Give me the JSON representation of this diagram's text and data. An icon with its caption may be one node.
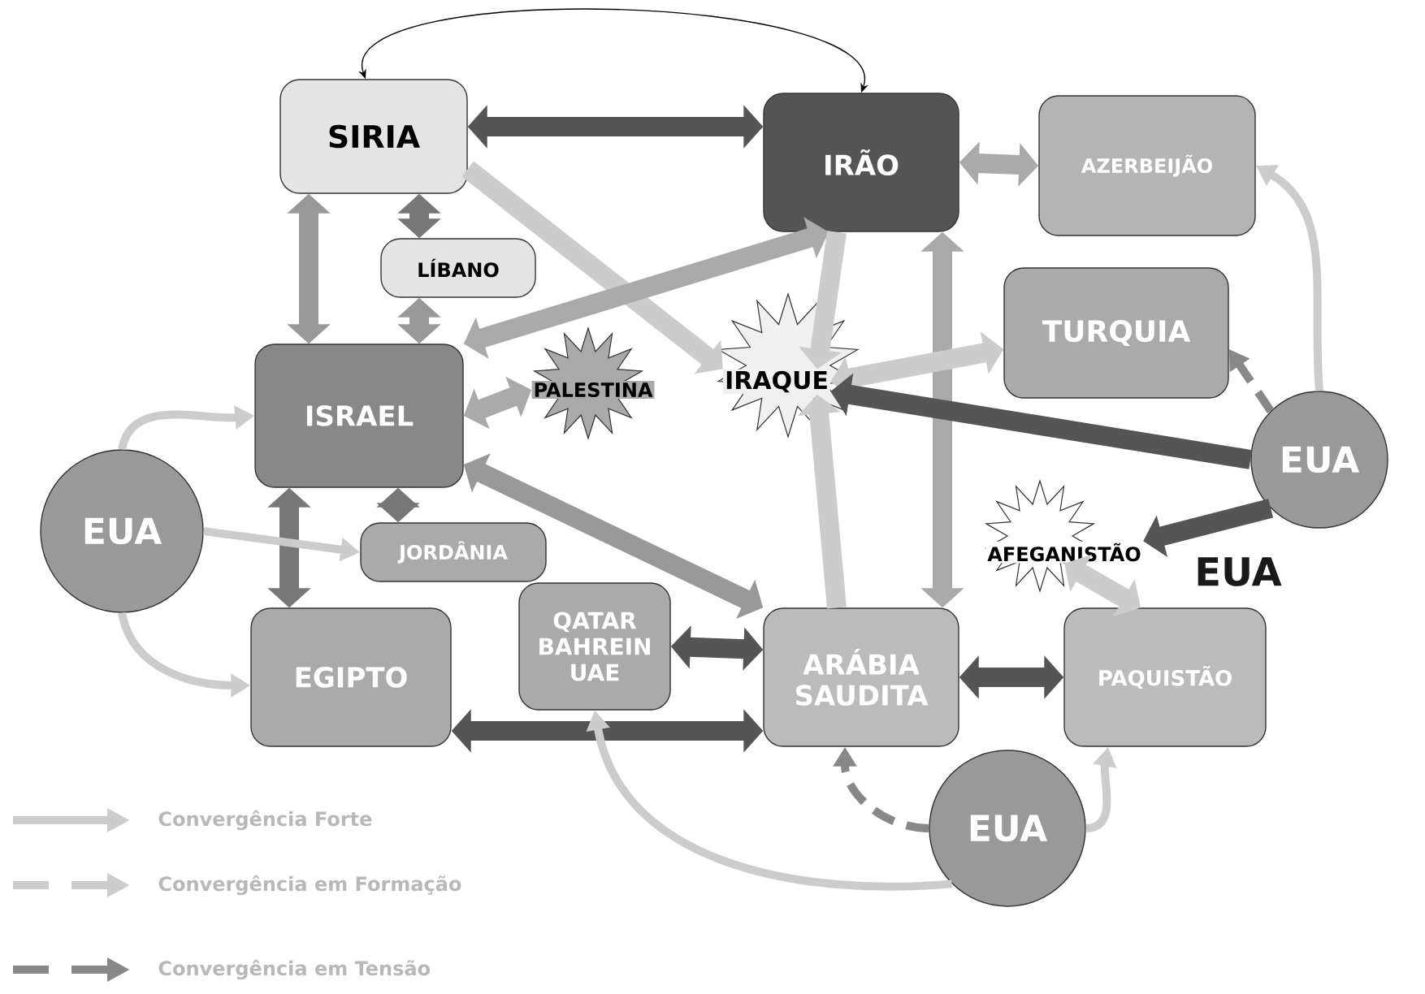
{
  "diagram": {
    "nodes": [
      {
        "text": [
          "SIRIA"
        ]
      },
      {
        "text": [
          "LÍBANO"
        ]
      },
      {
        "text": [
          "IRÃO"
        ]
      },
      {
        "text": [
          "AZERBEIJÃO"
        ]
      },
      {
        "text": [
          "ISRAEL"
        ]
      },
      {
        "text": [
          "PALESTINA"
        ]
      },
      {
        "text": [
          "IRAQUE"
        ]
      },
      {
        "text": [
          "TURQUIA"
        ]
      },
      {
        "text": [
          "EUA"
        ]
      },
      {
        "text": [
          "EUA"
        ]
      },
      {
        "text": [
          "JORDÂNIA"
        ]
      },
      {
        "text": [
          "AFEGANISTÃO"
        ]
      },
      {
        "text": [
          "EGIPTO"
        ]
      },
      {
        "text": [
          "QATAR BAHREIN UAE"
        ]
      },
      {
        "text": [
          "ARÁBIA SAUDITA"
        ]
      },
      {
        "text": [
          "PAQUISTÃO"
        ]
      },
      {
        "text": [
          "EUA"
        ]
      }
    ],
    "edges": [
      {
        "from": 0,
        "to": 2,
        "arrow": "both",
        "color": "#555555"
      },
      {
        "from": 2,
        "to": 0,
        "arrow": "both",
        "color": "#000000"
      },
      {
        "from": 0,
        "to": 4,
        "arrow": "both",
        "color": "#999999"
      },
      {
        "from": 0,
        "to": 1,
        "arrow": "both",
        "color": "#777777"
      },
      {
        "from": 1,
        "to": 4,
        "arrow": "both",
        "color": "#999999"
      },
      {
        "from": 0,
        "to": 6,
        "arrow": "to",
        "color": "#cccccc"
      },
      {
        "from": 4,
        "to": 2,
        "arrow": "both",
        "color": "#aaaaaa"
      },
      {
        "from": 4,
        "to": 5,
        "arrow": "both",
        "color": "#aaaaaa"
      },
      {
        "from": 4,
        "to": 14,
        "arrow": "both",
        "color": "#999999"
      },
      {
        "from": 4,
        "to": 12,
        "arrow": "both",
        "color": "#777777"
      },
      {
        "from": 4,
        "to": 10,
        "arrow": "both",
        "color": "#777777"
      },
      {
        "from": 9,
        "to": 4,
        "arrow": "to",
        "color": "#cccccc"
      },
      {
        "from": 9,
        "to": 10,
        "arrow": "to",
        "color": "#cccccc"
      },
      {
        "from": 9,
        "to": 12,
        "arrow": "to",
        "color": "#cccccc"
      },
      {
        "from": 2,
        "to": 6,
        "arrow": "to",
        "color": "#cccccc"
      },
      {
        "from": 2,
        "to": 14,
        "arrow": "both",
        "color": "#aaaaaa"
      },
      {
        "from": 14,
        "to": 6,
        "arrow": "to",
        "color": "#cccccc"
      },
      {
        "from": 6,
        "to": 7,
        "arrow": "both",
        "color": "#cccccc"
      },
      {
        "from": 8,
        "to": 6,
        "arrow": "to",
        "color": "#555555"
      },
      {
        "from": 8,
        "to": 11,
        "arrow": "to",
        "color": "#555555"
      },
      {
        "from": 11,
        "to": 15,
        "arrow": "both",
        "color": "#cccccc"
      },
      {
        "from": 13,
        "to": 14,
        "arrow": "both",
        "color": "#555555"
      },
      {
        "from": 12,
        "to": 14,
        "arrow": "both",
        "color": "#555555"
      },
      {
        "from": 14,
        "to": 15,
        "arrow": "both",
        "color": "#555555"
      },
      {
        "from": 2,
        "to": 3,
        "arrow": "both",
        "color": "#aaaaaa"
      },
      {
        "from": 8,
        "to": 3,
        "arrow": "to",
        "color": "#cccccc"
      },
      {
        "from": 8,
        "to": 7,
        "arrow": "to",
        "color": "#888888",
        "style": "dashed"
      },
      {
        "from": 16,
        "to": 13,
        "arrow": "to",
        "color": "#cccccc"
      },
      {
        "from": 16,
        "to": 14,
        "arrow": "to",
        "color": "#888888",
        "style": "dashed"
      },
      {
        "from": 16,
        "to": 15,
        "arrow": "to",
        "color": "#cccccc"
      }
    ],
    "labels": [
      "EUA"
    ],
    "legend": [
      {
        "text": "Convergência Forte"
      },
      {
        "text": "Convergência  em Formação"
      },
      {
        "text": "Convergência em Tensão"
      }
    ]
  }
}
